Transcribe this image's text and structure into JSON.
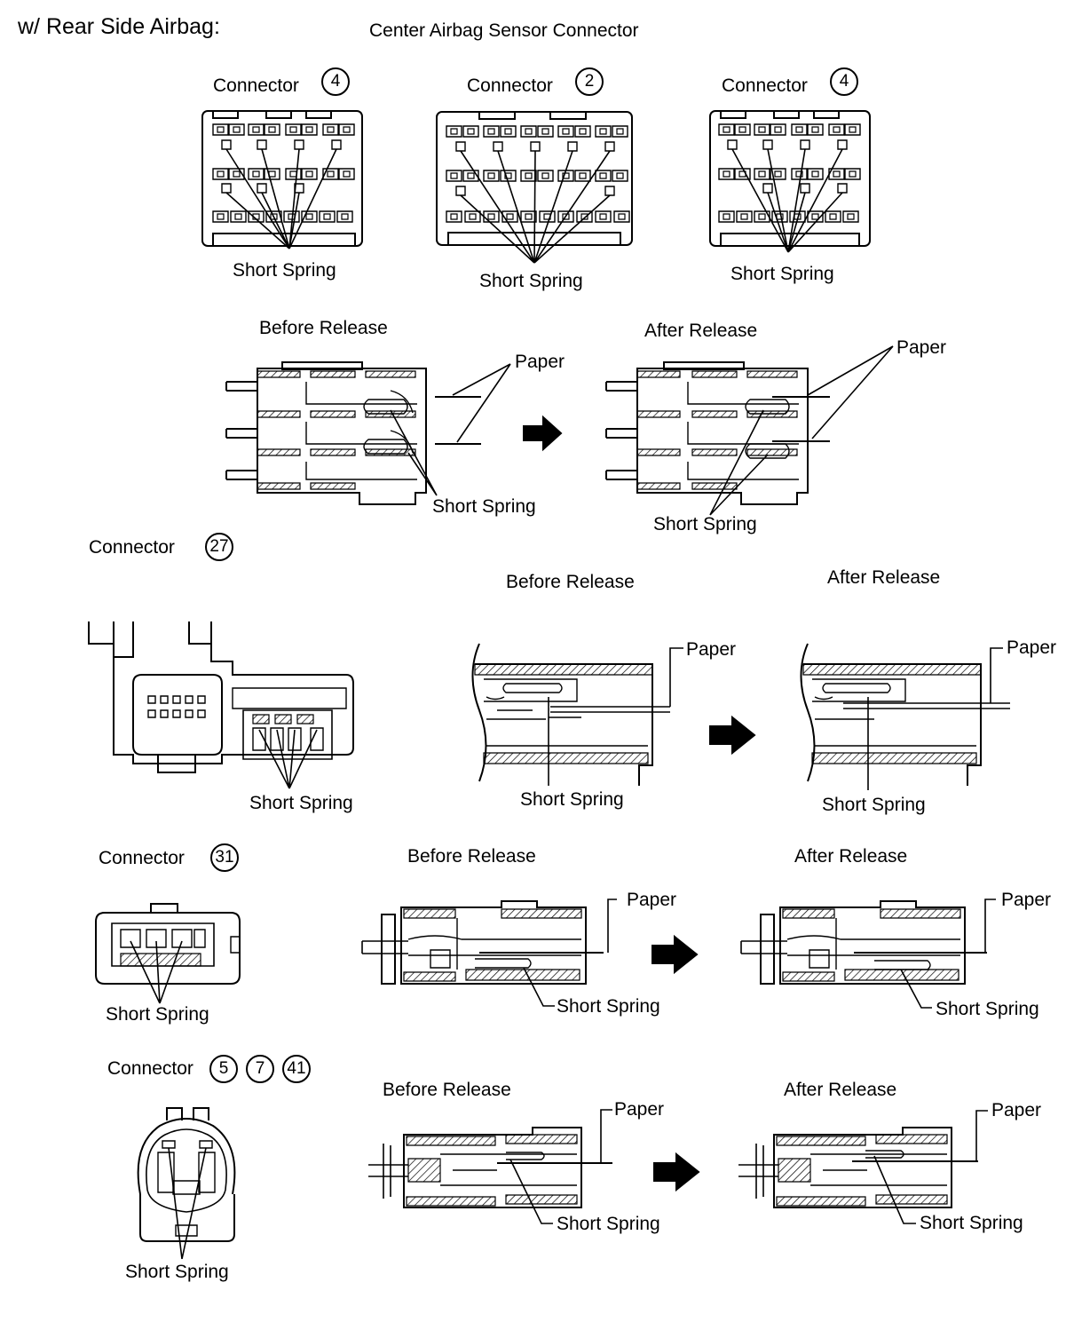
{
  "header": {
    "title": "w/ Rear Side Airbag:",
    "subtitle": "Center Airbag Sensor Connector"
  },
  "labels": {
    "connector": "Connector",
    "short_spring": "Short Spring",
    "before": "Before Release",
    "after": "After Release",
    "paper": "Paper"
  },
  "connector_numbers": {
    "c4a": "4",
    "c2": "2",
    "c4b": "4",
    "c27": "27",
    "c31": "31",
    "c5": "5",
    "c7": "7",
    "c41": "41"
  }
}
